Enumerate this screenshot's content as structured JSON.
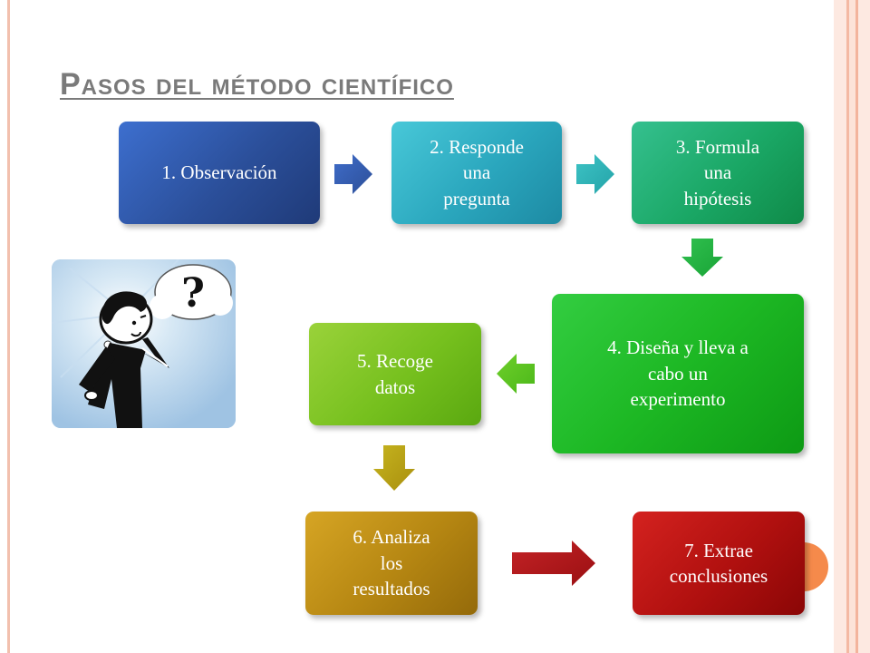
{
  "slide": {
    "title": "Pasos del método científico"
  },
  "steps": {
    "s1": {
      "lines": [
        "1. Observación"
      ]
    },
    "s2": {
      "lines": [
        "2. Responde",
        "una",
        "pregunta"
      ]
    },
    "s3": {
      "lines": [
        "3. Formula",
        "una",
        "hipótesis"
      ]
    },
    "s4": {
      "lines": [
        "4. Diseña y lleva a",
        "cabo un",
        "experimento"
      ]
    },
    "s5": {
      "lines": [
        "5. Recoge",
        "datos"
      ]
    },
    "s6": {
      "lines": [
        "6. Analiza",
        "los",
        "resultados"
      ]
    },
    "s7": {
      "lines": [
        "7. Extrae",
        "conclusiones"
      ]
    }
  },
  "colors": {
    "step1": "#2b4f9a",
    "step2": "#2aa6bd",
    "step3": "#1aa765",
    "step4": "#1db824",
    "step5": "#76c01e",
    "step6": "#b58612",
    "step7": "#b0100f",
    "title": "#7a7a7a",
    "accent_circle": "#f58a4b"
  },
  "icons": {
    "illustration": "thinking-person-question-mark"
  }
}
